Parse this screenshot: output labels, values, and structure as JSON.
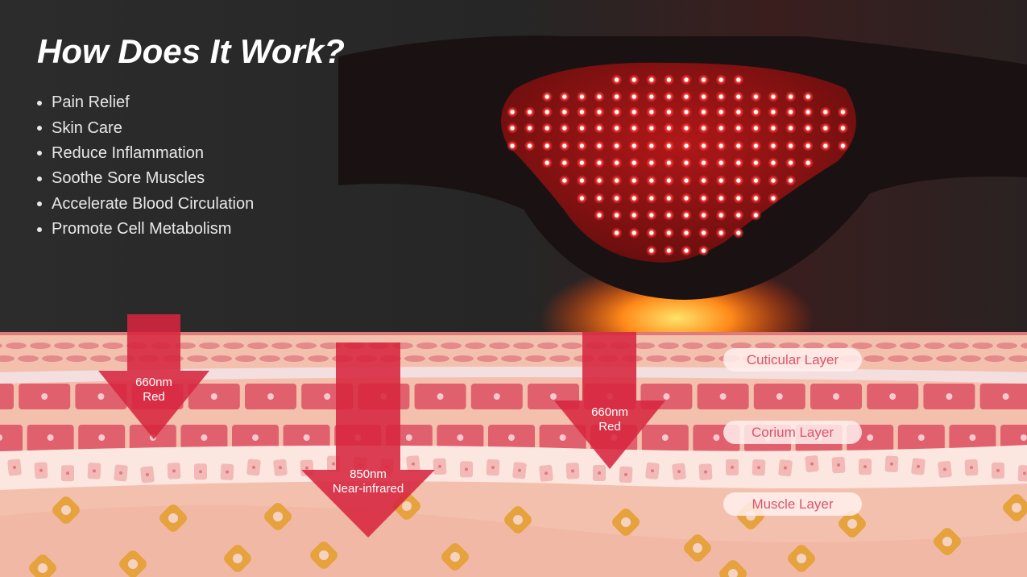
{
  "title": "How Does It Work?",
  "benefits": [
    "Pain Relief",
    "Skin Care",
    "Reduce Inflammation",
    "Soothe Sore Muscles",
    "Accelerate Blood Circulation",
    "Promote Cell Metabolism"
  ],
  "arrows": [
    {
      "wavelength": "660nm",
      "type": "Red"
    },
    {
      "wavelength": "850nm",
      "type": "Near-infrared"
    },
    {
      "wavelength": "660nm",
      "type": "Red"
    }
  ],
  "layers": [
    "Cuticular Layer",
    "Corium Layer",
    "Muscle Layer"
  ],
  "colors": {
    "background": "#2a2a2a",
    "skin": "#f2b9a8",
    "cell": "#e0606e",
    "arrow": "#d7263f",
    "led": "#ff3030",
    "fat": "#e6a23c"
  }
}
